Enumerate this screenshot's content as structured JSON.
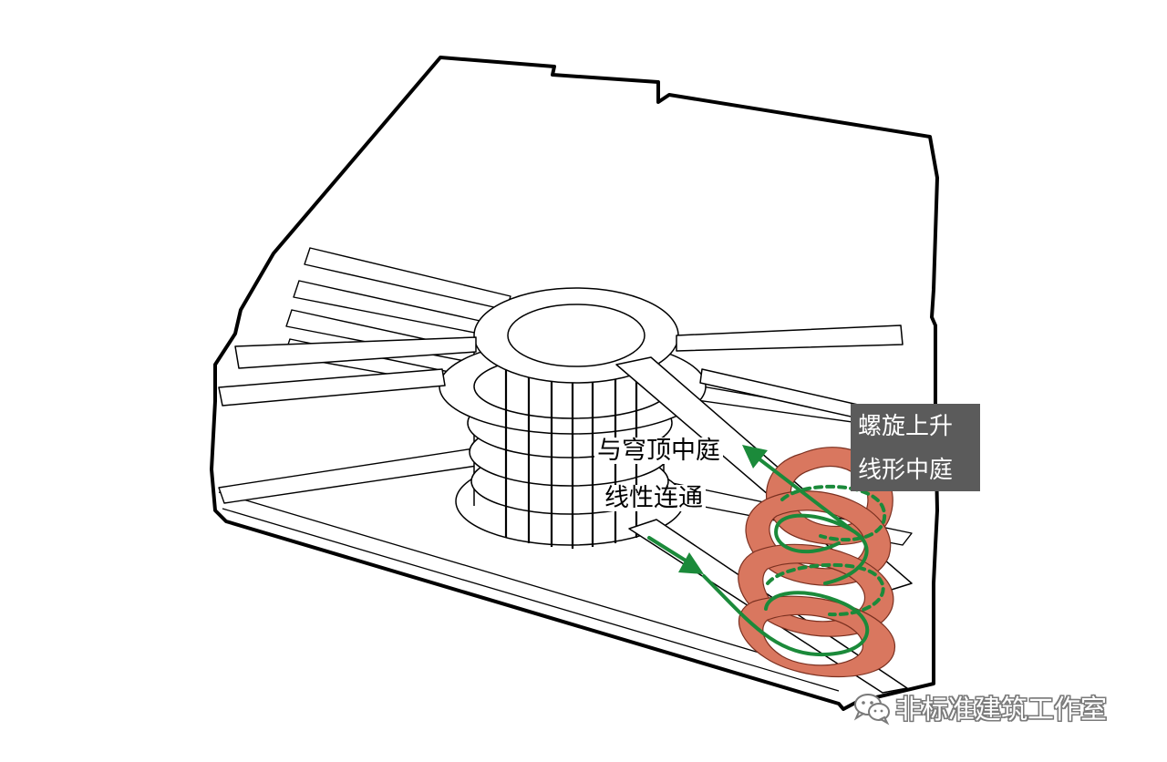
{
  "labels": {
    "center_line1": "与穹顶中庭",
    "center_line2": "线性连通",
    "box_line1": "螺旋上升",
    "box_line2": "线形中庭"
  },
  "watermark": {
    "text": "非标准建筑工作室",
    "icon": "wechat-logo-icon"
  },
  "colors": {
    "outline": "#000000",
    "fill": "#ffffff",
    "spiral_fill": "#d9775f",
    "spiral_stroke": "#7a3020",
    "route": "#1b8a3a",
    "label_box": "#5b5b5b",
    "watermark_stroke": "#7a7a7a"
  }
}
